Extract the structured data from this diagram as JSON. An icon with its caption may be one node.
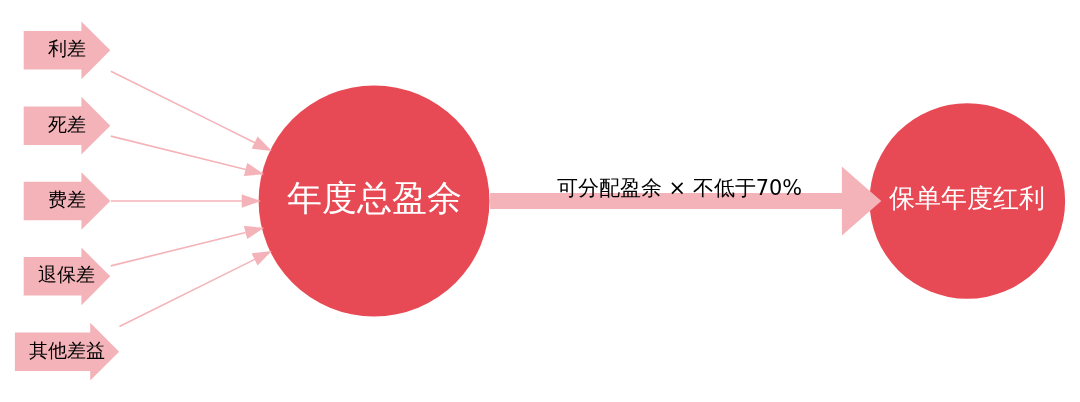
{
  "diagram": {
    "nodes": [
      {
        "text": [
          "利差"
        ]
      },
      {
        "text": [
          "死差"
        ]
      },
      {
        "text": [
          "费差"
        ]
      },
      {
        "text": [
          "退保差"
        ]
      },
      {
        "text": [
          "其他差益"
        ]
      },
      {
        "text": [
          "年度总盈余"
        ]
      },
      {
        "text": [
          "保单年度红利"
        ]
      }
    ],
    "edges": [
      {
        "from": 0,
        "to": 5,
        "arrow": "to"
      },
      {
        "from": 1,
        "to": 5,
        "arrow": "to"
      },
      {
        "from": 2,
        "to": 5,
        "arrow": "to"
      },
      {
        "from": 3,
        "to": 5,
        "arrow": "to"
      },
      {
        "from": 4,
        "to": 5,
        "arrow": "to"
      },
      {
        "from": 5,
        "to": 6,
        "arrow": "to",
        "label": "可分配盈余 × 不低于70%",
        "style": "thick"
      }
    ]
  }
}
